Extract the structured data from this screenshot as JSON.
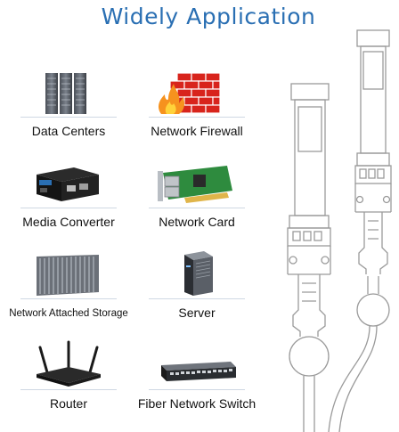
{
  "title": "Widely Application",
  "applications": [
    {
      "label": "Data Centers",
      "icon": "server-racks-icon"
    },
    {
      "label": "Network Firewall",
      "icon": "firewall-icon"
    },
    {
      "label": "Media Converter",
      "icon": "media-converter-icon"
    },
    {
      "label": "Network Card",
      "icon": "network-card-icon"
    },
    {
      "label": "Network Attached Storage",
      "icon": "storage-array-icon"
    },
    {
      "label": "Server",
      "icon": "tower-server-icon"
    },
    {
      "label": "Router",
      "icon": "router-icon"
    },
    {
      "label": "Fiber Network Switch",
      "icon": "network-switch-icon"
    }
  ],
  "colors": {
    "title": "#2a6fb3",
    "firewall_red": "#d8241c",
    "flame_orange": "#f6921e",
    "pcb_green": "#2e8b3e",
    "cable_outline": "#9a9a9a"
  }
}
